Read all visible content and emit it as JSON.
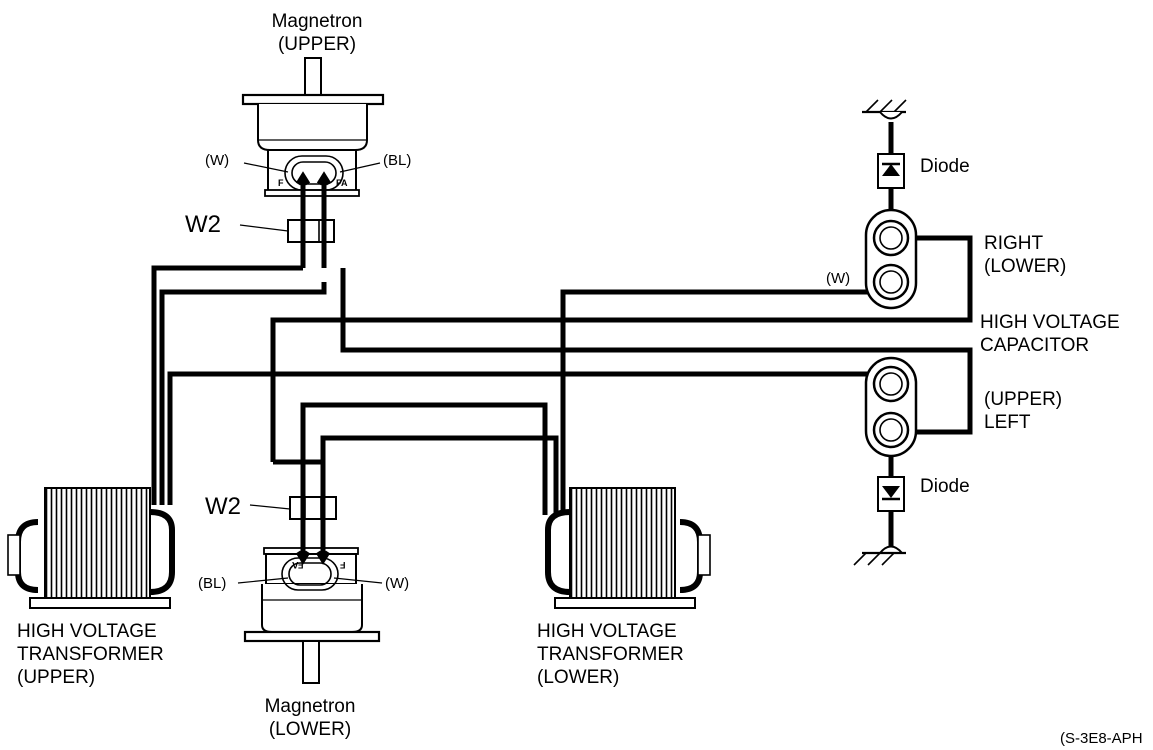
{
  "labels": {
    "magnetron_upper": [
      "Magnetron",
      "(UPPER)"
    ],
    "magnetron_lower": [
      "Magnetron",
      "(LOWER)"
    ],
    "hvt_upper": [
      "HIGH VOLTAGE",
      "TRANSFORMER",
      "(UPPER)"
    ],
    "hvt_lower": [
      "HIGH VOLTAGE",
      "TRANSFORMER",
      "(LOWER)"
    ],
    "capacitor": [
      "HIGH VOLTAGE",
      "CAPACITOR"
    ],
    "cap_right": [
      "RIGHT",
      "(LOWER)"
    ],
    "cap_left": [
      "(UPPER)",
      "LEFT"
    ],
    "diode": "Diode",
    "w2": "W2",
    "w": "(W)",
    "bl": "(BL)",
    "terminal_f": "F",
    "terminal_fa": "FA",
    "figure_code": "(S-3E8-APH"
  }
}
